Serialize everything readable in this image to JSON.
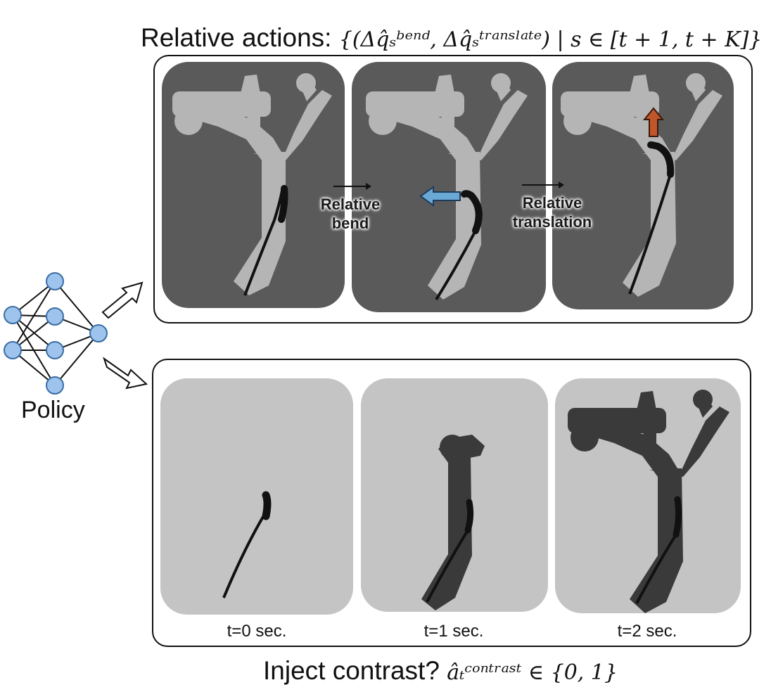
{
  "top": {
    "title_prefix": "Relative actions: ",
    "title_math": "{(Δq̂ₛᵇᵉⁿᵈ, Δq̂ₛᵗʳᵃⁿˢˡᵃᵗᵉ) | s ∈ [t + 1, t + K]}",
    "labels": {
      "relative_bend": [
        "Relative",
        "bend"
      ],
      "relative_translation": [
        "Relative",
        "translation"
      ]
    }
  },
  "bottom": {
    "title_prefix": "Inject contrast? ",
    "title_math": "âₜᶜᵒⁿᵗʳᵃˢᵗ ∈ {0, 1}",
    "time_labels": [
      "t=0 sec.",
      "t=1 sec.",
      "t=2 sec."
    ]
  },
  "policy": {
    "label": "Policy"
  },
  "colors": {
    "node_fill": "#9ec3ec",
    "node_stroke": "#3a6ea5",
    "dark_panel_bg": "#5a5a5a",
    "vessel_light": "#b5b5b5",
    "light_panel_bg": "#c4c4c4",
    "vessel_dark": "#3a3a3a",
    "bend_arrow": "#6aa8d6",
    "translate_arrow": "#c2562b"
  }
}
